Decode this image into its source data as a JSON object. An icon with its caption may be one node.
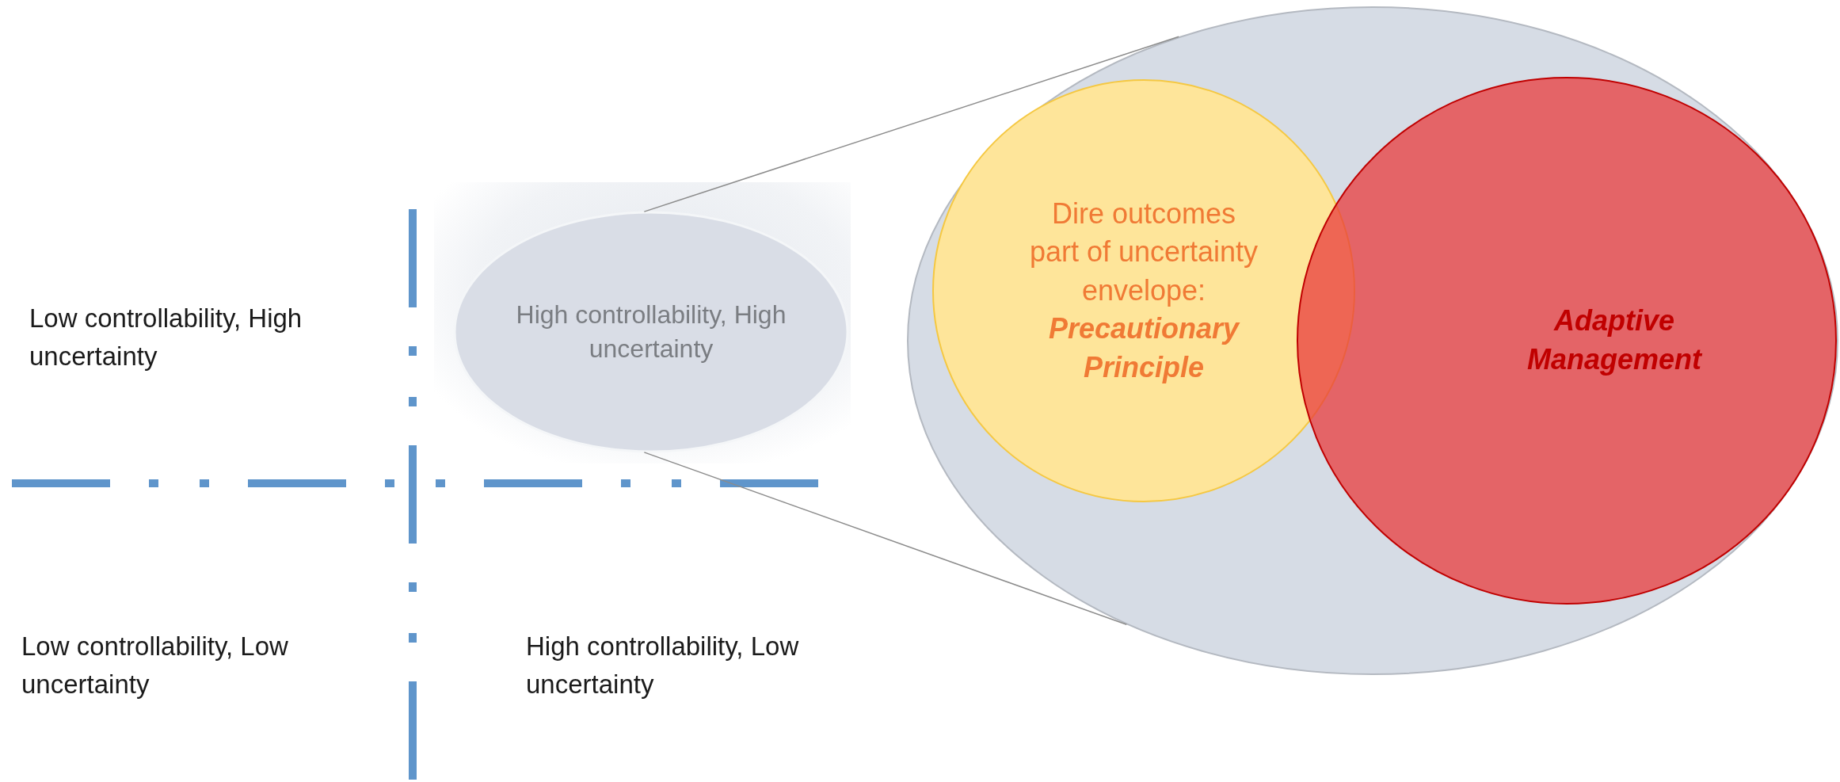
{
  "diagram": {
    "nodes": [
      {
        "text": [
          "High controllability, High uncertainty"
        ]
      },
      {
        "text": [],
        "shape": "ellipse"
      },
      {
        "text": [
          "Dire outcomes part of uncertainty envelope:",
          "Precautionary Principle"
        ],
        "in": 1
      },
      {
        "text": [
          "Adaptive Management"
        ],
        "in": 1
      }
    ],
    "edges": [
      {
        "from": 0,
        "to": 1,
        "arrow": "none"
      },
      {
        "from": 0,
        "to": 1,
        "arrow": "none"
      }
    ],
    "labels": [
      "Low controllability, High uncertainty",
      "Low controllability, Low uncertainty",
      "High controllability, Low uncertainty"
    ]
  }
}
